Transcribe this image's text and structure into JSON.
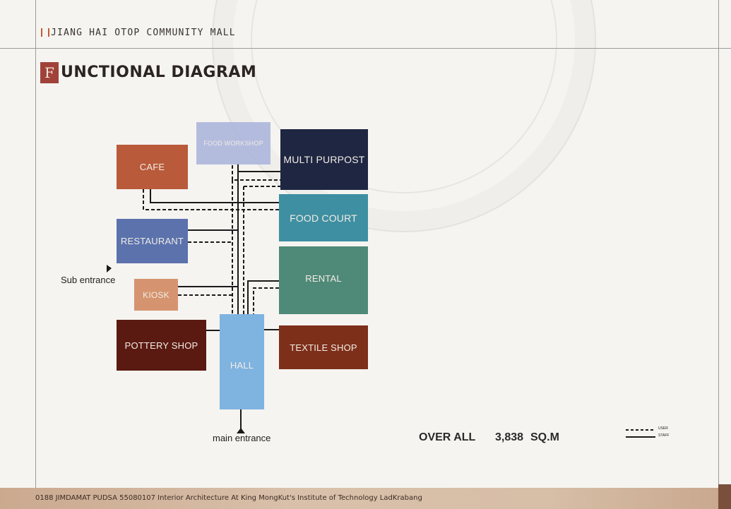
{
  "header": {
    "project_title": "JIANG HAI OTOP COMMUNITY MALL",
    "section_initial": "F",
    "section_title": "UNCTIONAL DIAGRAM"
  },
  "diagram": {
    "spaces": [
      {
        "id": "food-workshop",
        "label": "FOOD WORKSHOP",
        "color": "#a9b3dc"
      },
      {
        "id": "multi-purpost",
        "label": "MULTI PURPOST",
        "color": "#1e2642"
      },
      {
        "id": "cafe",
        "label": "CAFE",
        "color": "#b95a3a"
      },
      {
        "id": "food-court",
        "label": "FOOD COURT",
        "color": "#3e8fa2"
      },
      {
        "id": "restaurant",
        "label": "RESTAURANT",
        "color": "#5b72ad"
      },
      {
        "id": "rental",
        "label": "RENTAL",
        "color": "#4f8a78"
      },
      {
        "id": "kiosk",
        "label": "KIOSK",
        "color": "#d5946f"
      },
      {
        "id": "pottery-shop",
        "label": "POTTERY SHOP",
        "color": "#5a1a12"
      },
      {
        "id": "hall",
        "label": "HALL",
        "color": "#7fb3e0"
      },
      {
        "id": "textile-shop",
        "label": "TEXTILE SHOP",
        "color": "#7d2f1a"
      }
    ],
    "sub_entrance_label": "Sub entrance",
    "main_entrance_label": "main entrance",
    "total_label": "OVER ALL",
    "total_value": "3,838",
    "total_unit": "SQ.M",
    "legend": [
      {
        "style": "dashed",
        "label": "USER"
      },
      {
        "style": "solid",
        "label": "STAFF"
      }
    ]
  },
  "footer": {
    "text": "0188 JIMDAMAT PUDSA 55080107 Interior Architecture At King MongKut's Institute of Technology LadKrabang"
  }
}
